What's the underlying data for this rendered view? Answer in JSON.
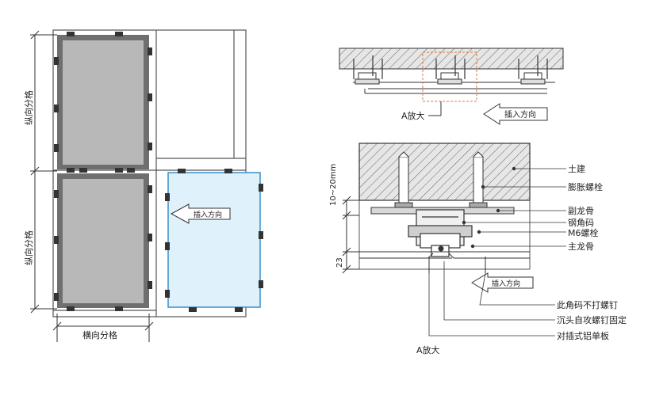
{
  "left_view": {
    "vertical_division_label": "纵向分格",
    "horizontal_division_label": "横向分格",
    "insert_direction_label": "插入方向"
  },
  "top_view": {
    "detail_callout": "A放大",
    "insert_direction_label": "插入方向"
  },
  "detail_view": {
    "dimension_gap": "10~20mm",
    "dimension_offset": "23",
    "insert_direction_label": "插入方向",
    "labels": {
      "civil": "土建",
      "expansion_bolt": "膨胀螺栓",
      "secondary_keel": "副龙骨",
      "steel_angle": "钢角码",
      "m6_bolt": "M6螺栓",
      "main_keel": "主龙骨",
      "no_screw_corner": "此角码不打螺钉",
      "countersunk_screw": "沉头自攻螺钉固定",
      "plug_panel": "对插式铝单板"
    },
    "caption": "A放大"
  },
  "colors": {
    "panel_fill": "#b8b8b8",
    "panel_frame": "#6f6f6f",
    "inserted_panel_fill": "#dff1fb",
    "inserted_panel_stroke": "#3a8fc8",
    "line": "#333333"
  }
}
